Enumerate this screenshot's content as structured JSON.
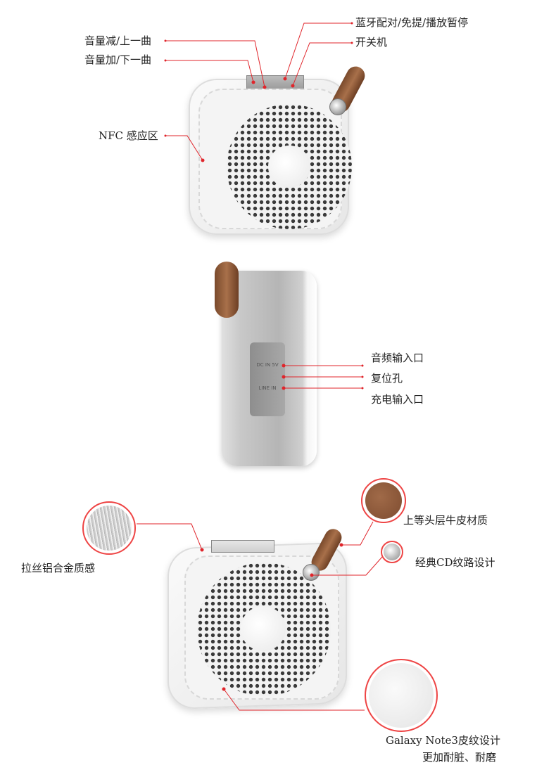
{
  "top_view": {
    "labels": {
      "bluetooth": "蓝牙配对/免提/播放暂停",
      "power": "开关机",
      "vol_down": "音量减/上一曲",
      "vol_up": "音量加/下一曲",
      "nfc": "NFC 感应区"
    }
  },
  "side_view": {
    "port_text": {
      "dc": "DC IN 5V",
      "line": "LINE IN"
    },
    "labels": {
      "audio_in": "音频输入口",
      "reset": "复位孔",
      "charge_in": "充电输入口"
    }
  },
  "materials_view": {
    "labels": {
      "aluminum": "拉丝铝合金质感",
      "leather": "上等头层牛皮材质",
      "cd": "经典CD纹路设计",
      "note3_line1": "Galaxy Note3皮纹设计",
      "note3_line2": "更加耐脏、耐磨"
    }
  },
  "colors": {
    "annotation": "#e0252b",
    "leather": "#8b5535"
  }
}
